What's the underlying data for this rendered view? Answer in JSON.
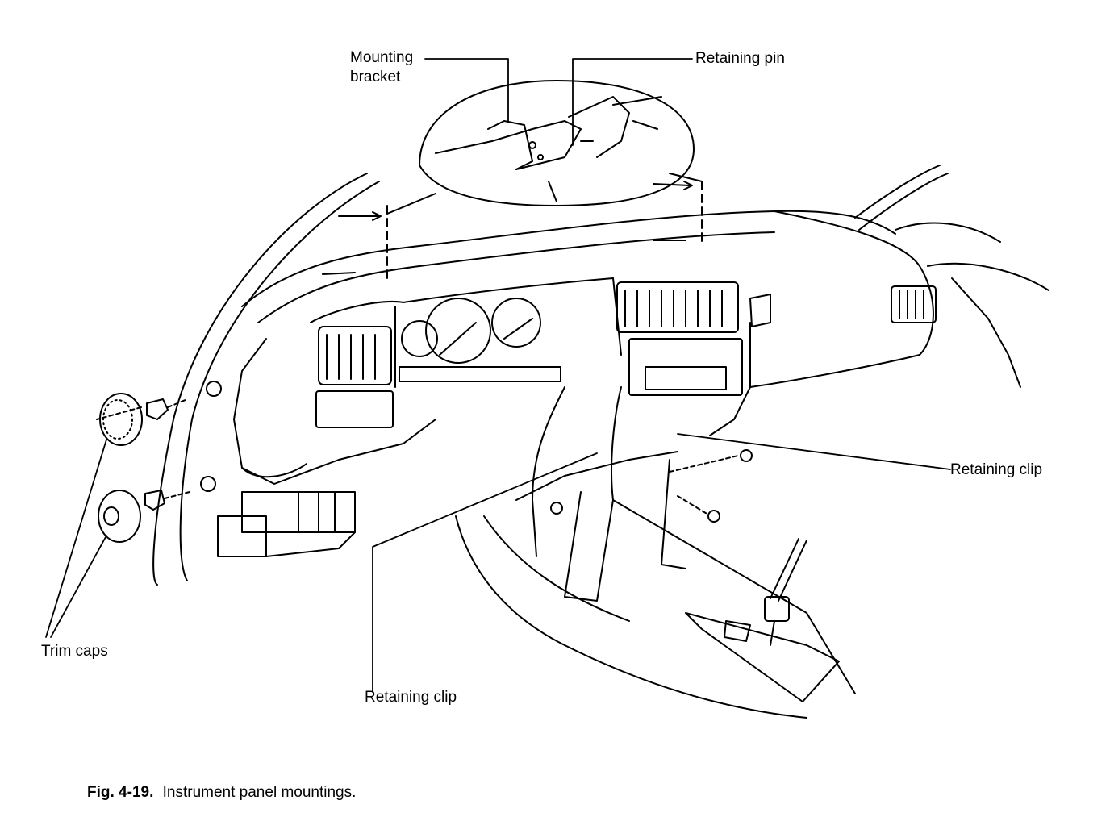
{
  "callouts": {
    "mounting_bracket_line1": "Mounting",
    "mounting_bracket_line2": "bracket",
    "retaining_pin": "Retaining pin",
    "retaining_clip_right": "Retaining clip",
    "retaining_clip_bottom": "Retaining clip",
    "trim_caps": "Trim caps"
  },
  "caption": {
    "number": "Fig. 4-19.",
    "text": "Instrument panel mountings."
  },
  "colors": {
    "ink": "#000000",
    "paper": "#ffffff"
  }
}
